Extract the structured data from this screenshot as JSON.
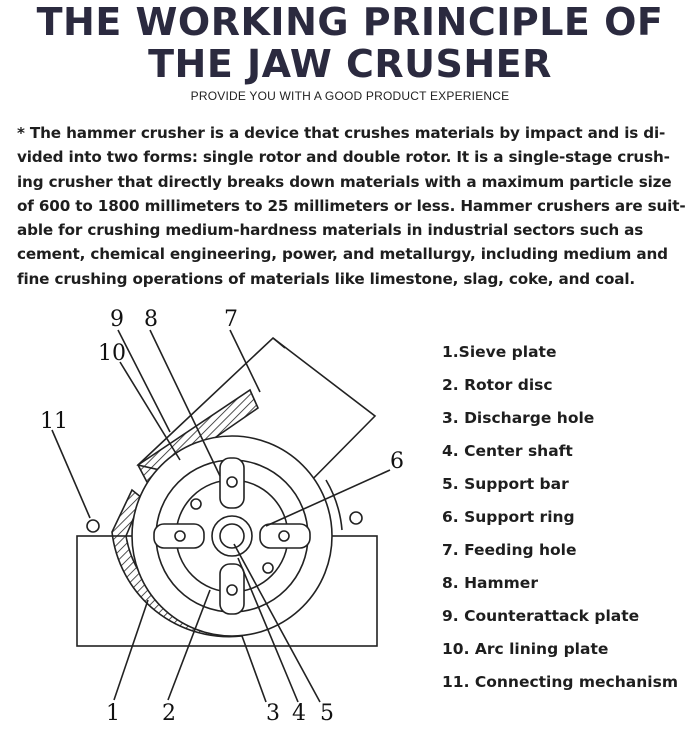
{
  "header": {
    "title_line1": "THE WORKING PRINCIPLE OF",
    "title_line2": "THE JAW CRUSHER",
    "subtitle": "PROVIDE YOU WITH A GOOD PRODUCT EXPERIENCE"
  },
  "description": {
    "lines": [
      "* The hammer crusher is a device that crushes materials by impact and is di-",
      "vided into two forms: single rotor and double rotor. It is a single-stage crush-",
      "ing crusher that directly breaks down materials with a maximum particle size",
      "of 600 to 1800 millimeters to 25 millimeters or less. Hammer crushers are suit-",
      "able for crushing medium-hardness materials in industrial sectors such as",
      "cement, chemical engineering, power, and metallurgy, including medium and",
      "fine crushing operations of materials like limestone, slag, coke, and coal."
    ]
  },
  "diagram": {
    "callouts": [
      "1",
      "2",
      "3",
      "4",
      "5",
      "6",
      "7",
      "8",
      "9",
      "10",
      "11"
    ]
  },
  "legend": {
    "items": [
      "1.Sieve plate",
      "2. Rotor disc",
      "3. Discharge hole",
      "4. Center shaft",
      "5. Support bar",
      "6. Support ring",
      "7. Feeding hole",
      "8. Hammer",
      "9. Counterattack plate",
      "10. Arc lining plate",
      "11. Connecting mechanism"
    ]
  }
}
